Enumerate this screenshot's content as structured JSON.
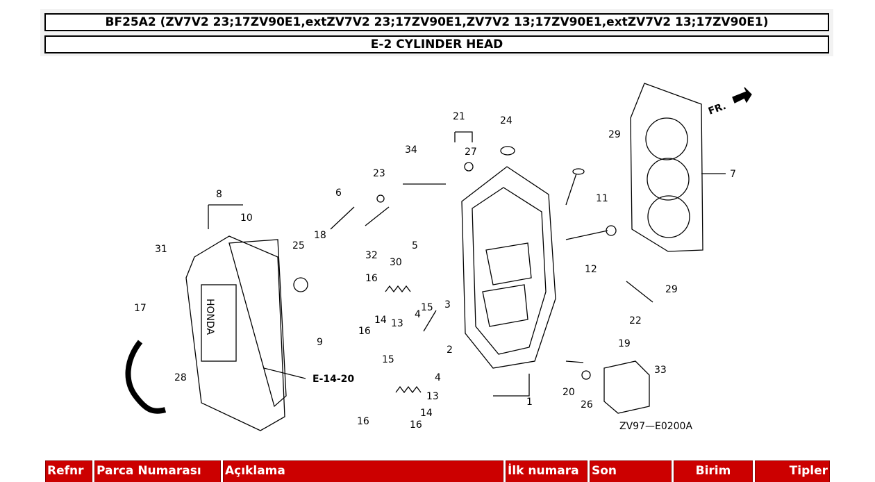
{
  "header": {
    "model_title": "BF25A2 (ZV7V2 23;17ZV90E1,extZV7V2 23;17ZV90E1,ZV7V2 13;17ZV90E1,extZV7V2 13;17ZV90E1)",
    "section_title": "E-2 CYLINDER HEAD"
  },
  "diagram": {
    "fr_label": "FR.",
    "ref_label": "E-14-20",
    "code_label": "ZV97—E0200A",
    "brand_text": "HONDA",
    "callouts": [
      "1",
      "2",
      "3",
      "4",
      "4",
      "5",
      "6",
      "7",
      "8",
      "9",
      "10",
      "11",
      "12",
      "13",
      "13",
      "14",
      "14",
      "15",
      "15",
      "16",
      "16",
      "16",
      "16",
      "17",
      "18",
      "19",
      "20",
      "21",
      "22",
      "23",
      "24",
      "25",
      "26",
      "27",
      "28",
      "29",
      "29",
      "30",
      "31",
      "32",
      "33",
      "34"
    ]
  },
  "table": {
    "columns": [
      "Refnr",
      "Parca Numarası",
      "Açıklama",
      "İlk numara",
      "Son",
      "Birim",
      "Tipler"
    ]
  }
}
